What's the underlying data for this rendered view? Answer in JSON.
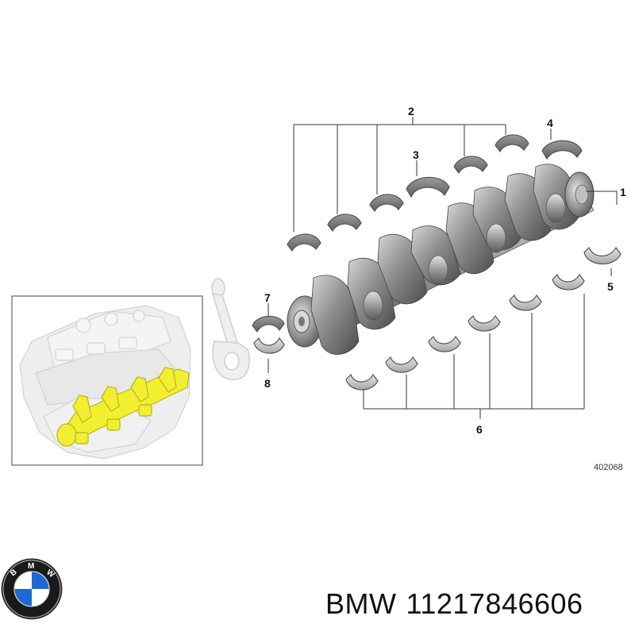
{
  "diagram": {
    "reference_number": "402068",
    "callouts": [
      {
        "id": "c1",
        "text": "1"
      },
      {
        "id": "c2",
        "text": "2"
      },
      {
        "id": "c3",
        "text": "3"
      },
      {
        "id": "c4",
        "text": "4"
      },
      {
        "id": "c5",
        "text": "5"
      },
      {
        "id": "c6",
        "text": "6"
      },
      {
        "id": "c7",
        "text": "7"
      },
      {
        "id": "c8",
        "text": "8"
      }
    ]
  },
  "logo": {
    "brand_letters": "BMW",
    "colors": {
      "blue": "#1c69d4",
      "white": "#ffffff",
      "ring": "#1a1a1a"
    }
  },
  "caption": {
    "brand": "BMW",
    "part_number": "11217846606"
  },
  "colors": {
    "highlight": "#f2ef30",
    "shell_upper": "#7a7a7a",
    "shell_lower": "#c9c9c9",
    "crank_dark": "#6f6f6f",
    "crank_light": "#bdbdbd"
  }
}
